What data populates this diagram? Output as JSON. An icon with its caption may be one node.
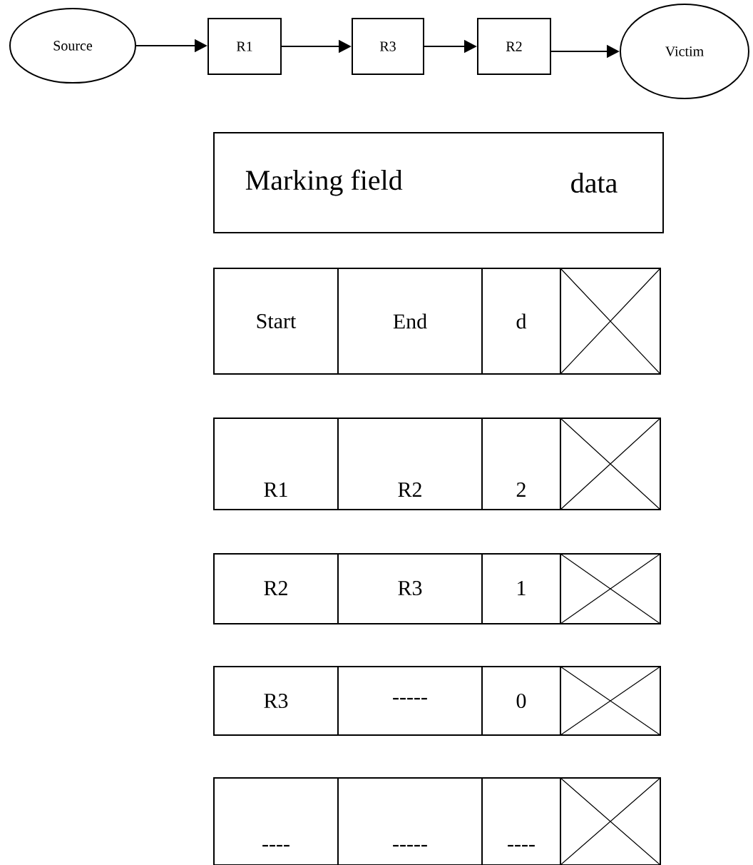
{
  "diagram": {
    "nodes": [
      {
        "text": [
          "Source"
        ]
      },
      {
        "text": [
          "R1"
        ]
      },
      {
        "text": [
          "R3"
        ]
      },
      {
        "text": [
          "R2"
        ]
      },
      {
        "text": [
          "Victim"
        ]
      },
      {
        "text": [
          "Marking field",
          "data"
        ]
      }
    ],
    "edges": [
      {
        "from": 0,
        "to": 1,
        "arrow": "to"
      },
      {
        "from": 1,
        "to": 2,
        "arrow": "to"
      },
      {
        "from": 2,
        "to": 3,
        "arrow": "to"
      },
      {
        "from": 3,
        "to": 4,
        "arrow": "to"
      }
    ],
    "labels": [
      "Start",
      "End",
      "d",
      "R1",
      "R2",
      "2",
      "R2",
      "R3",
      "1",
      "R3",
      "-----",
      "0",
      "----",
      "-----",
      "----"
    ]
  }
}
